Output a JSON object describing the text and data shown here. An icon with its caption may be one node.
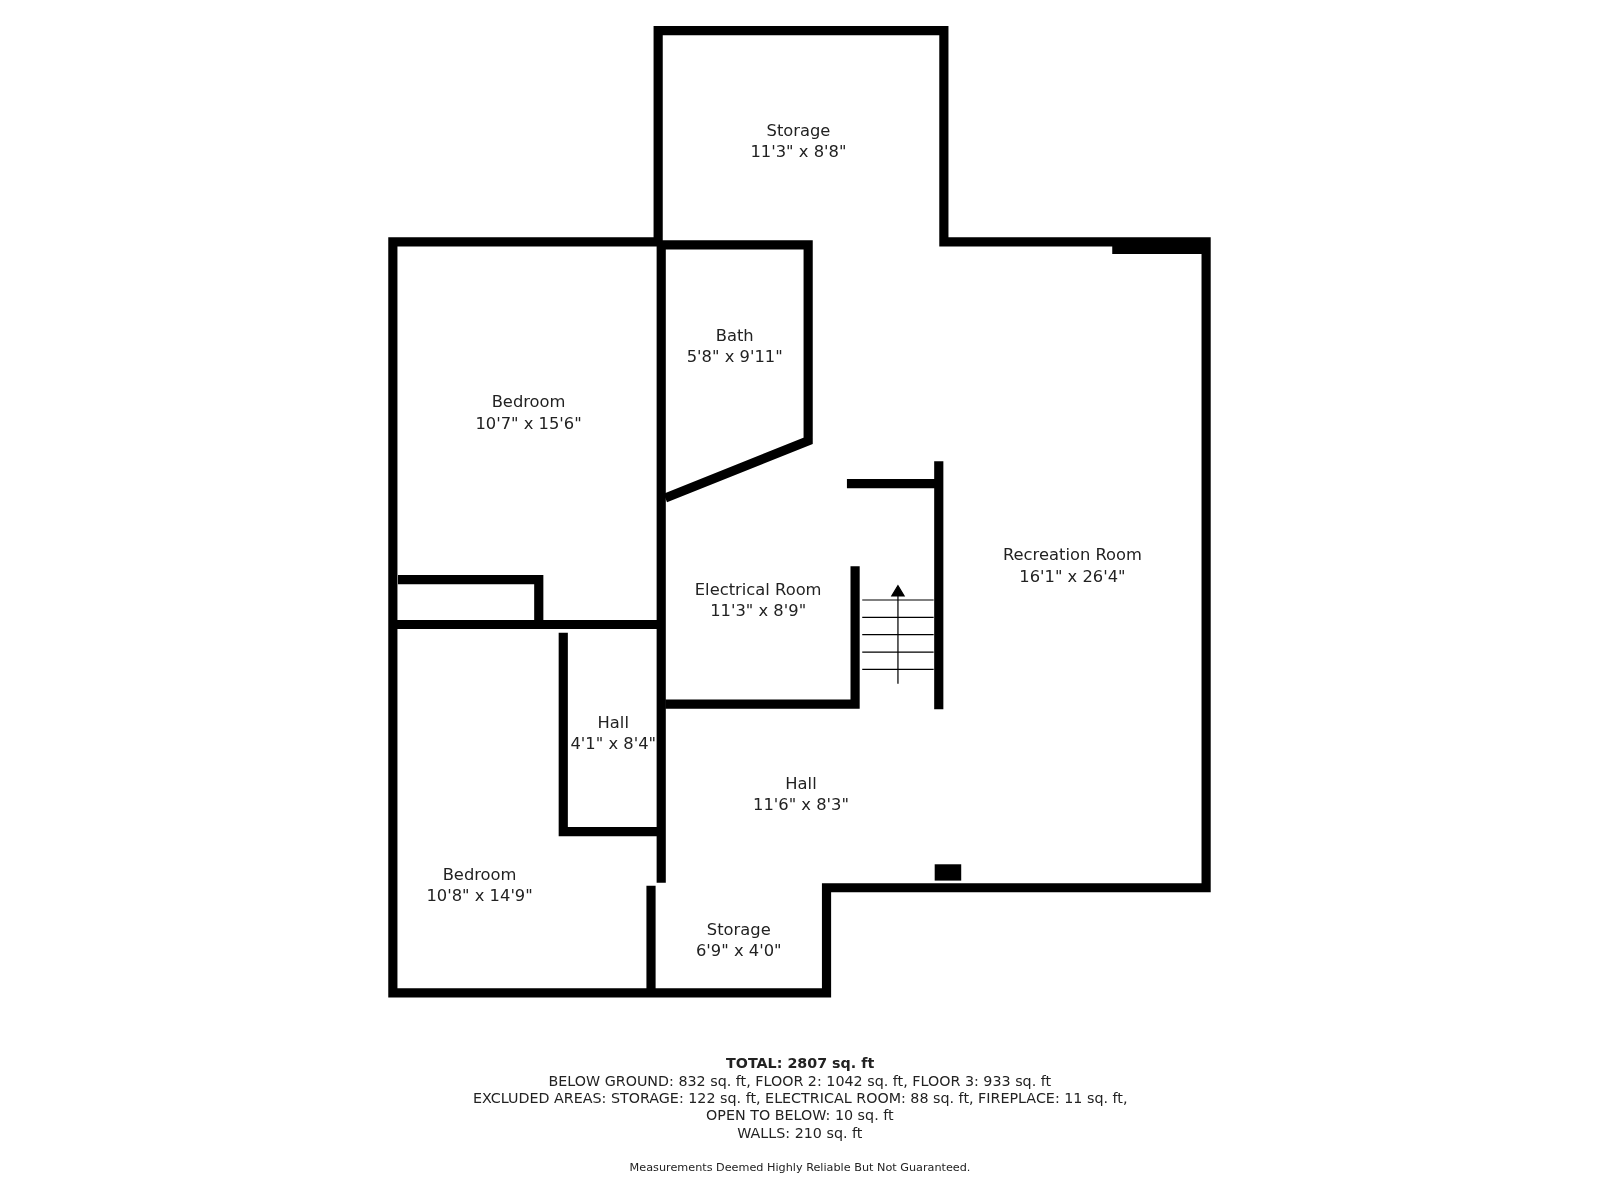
{
  "diagram": {
    "nodes": [
      {
        "text": [
          "Storage",
          "11'3\" x 8'8\""
        ]
      },
      {
        "text": [
          "Bath",
          "5'8\" x 9'11\""
        ]
      },
      {
        "text": [
          "Bedroom",
          "10'7\" x 15'6\""
        ]
      },
      {
        "text": [
          "Electrical Room",
          "11'3\" x 8'9\""
        ]
      },
      {
        "text": [
          "Recreation Room",
          "16'1\" x 26'4\""
        ]
      },
      {
        "text": [
          "Hall",
          "4'1\" x 8'4\""
        ]
      },
      {
        "text": [
          "Hall",
          "11'6\" x 8'3\""
        ]
      },
      {
        "text": [
          "Bedroom",
          "10'8\" x 14'9\""
        ]
      },
      {
        "text": [
          "Storage",
          "6'9\" x 4'0\""
        ]
      }
    ],
    "edges": [],
    "labels": [
      "TOTAL: 2807 sq. ft",
      "BELOW GROUND: 832 sq. ft, FLOOR 2: 1042 sq. ft, FLOOR 3: 933 sq. ft",
      "EXCLUDED AREAS: STORAGE: 122 sq. ft, ELECTRICAL ROOM: 88 sq. ft, FIREPLACE: 11 sq. ft,",
      "OPEN TO BELOW: 10 sq. ft",
      "WALLS: 210 sq. ft",
      "Measurements Deemed Highly Reliable But Not Guaranteed."
    ]
  }
}
